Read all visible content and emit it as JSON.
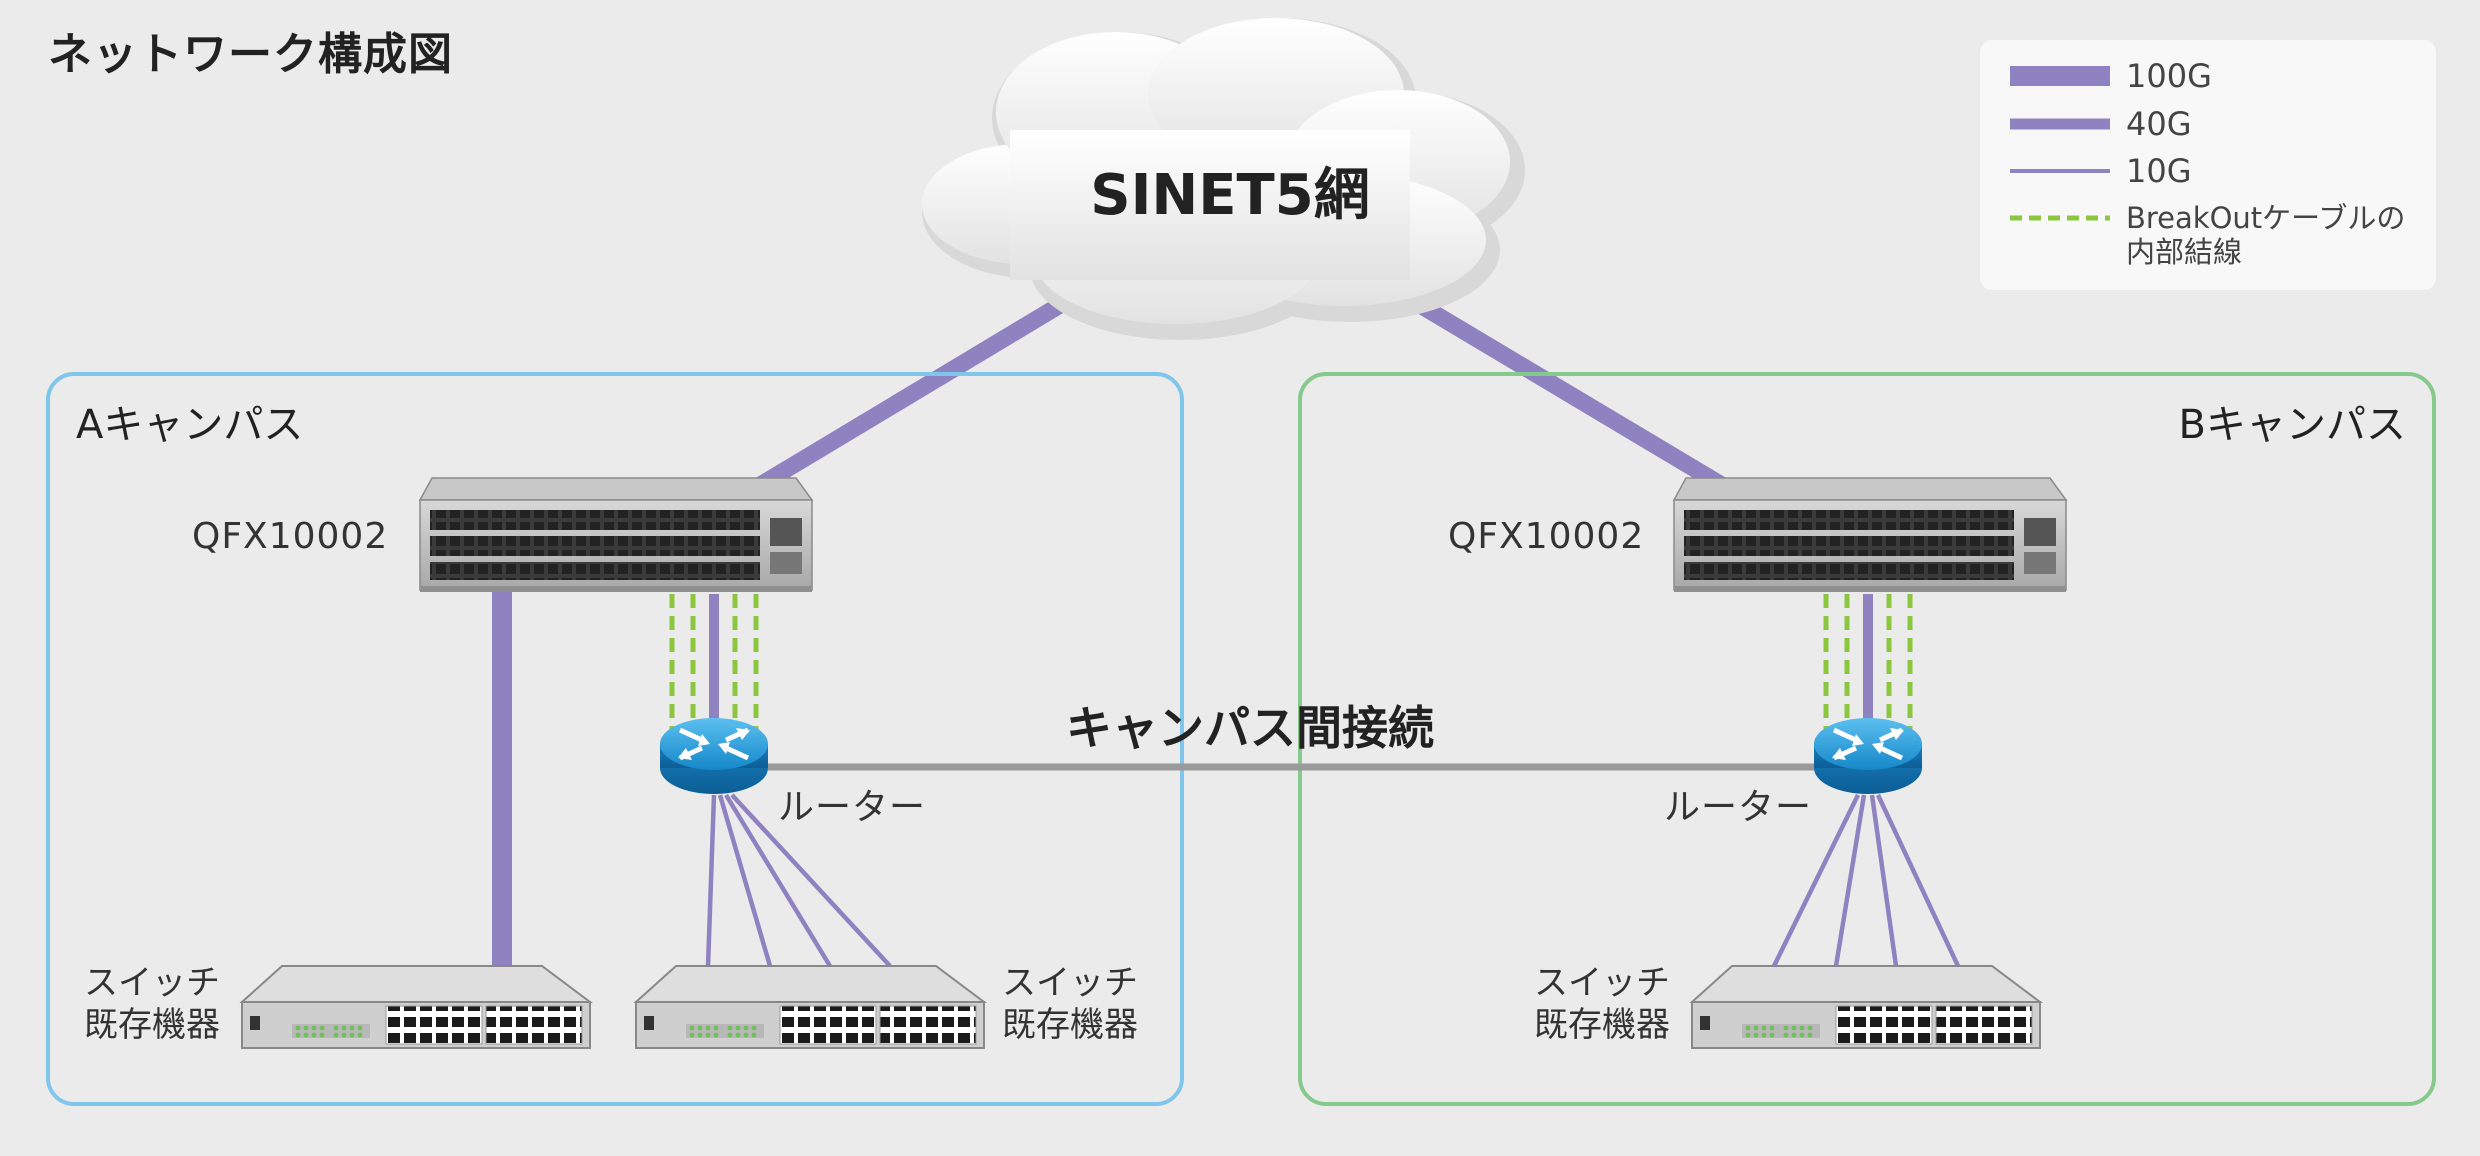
{
  "title": "ネットワーク構成図",
  "cloud": {
    "label": "SINET5網"
  },
  "legend": {
    "items": [
      {
        "label": "100G",
        "color": "#8f82c1",
        "style": "thick-solid"
      },
      {
        "label": "40G",
        "color": "#8f82c1",
        "style": "medium-solid"
      },
      {
        "label": "10G",
        "color": "#8f82c1",
        "style": "thin-solid"
      },
      {
        "label_line1": "BreakOutケーブルの",
        "label_line2": "内部結線",
        "color": "#8cc63f",
        "style": "dashed"
      }
    ]
  },
  "campus_a": {
    "label": "Aキャンパス",
    "border_color": "#7fc6ea"
  },
  "campus_b": {
    "label": "Bキャンパス",
    "border_color": "#86c98c"
  },
  "devices": {
    "qfx_a": "QFX10002",
    "qfx_b": "QFX10002",
    "router_a": "ルーター",
    "router_b": "ルーター"
  },
  "intercampus_link": {
    "label": "キャンパス間接続"
  },
  "switches": {
    "a_left": {
      "line1": "スイッチ",
      "line2": "既存機器"
    },
    "a_right": {
      "line1": "スイッチ",
      "line2": "既存機器"
    },
    "b": {
      "line1": "スイッチ",
      "line2": "既存機器"
    }
  },
  "colors": {
    "link_purple": "#8f82c1",
    "breakout_green": "#8cc63f",
    "intercampus_gray": "#9a9a9a",
    "router_blue": "#1d8fd0"
  }
}
